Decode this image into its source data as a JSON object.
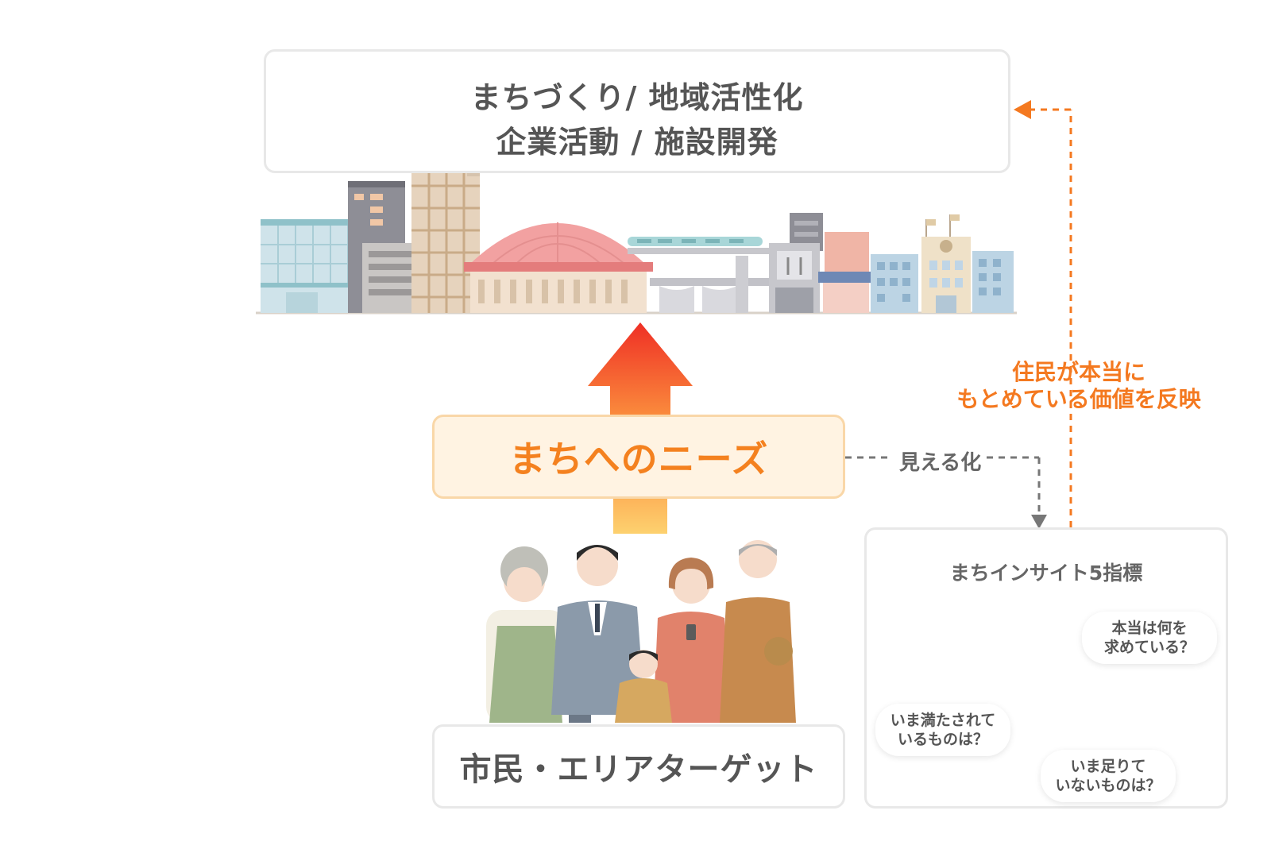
{
  "top_box": {
    "line1": "まちづくり/ 地域活性化",
    "line2": "企業活動 / 施設開発"
  },
  "needs_label": "まちへのニーズ",
  "citizen_label": "市民・エリアターゲット",
  "visible_label": "見える化",
  "reflect_label": {
    "line1": "住民が本当に",
    "line2": "もとめている価値を反映"
  },
  "insight": {
    "title": "まちインサイト5指標",
    "bubble1": {
      "line1": "本当は何を",
      "line2": "求めている？"
    },
    "bubble2": {
      "line1": "いま満たされて",
      "line2": "いるものは？"
    },
    "bubble3": {
      "line1": "いま足りて",
      "line2": "いないものは？"
    }
  },
  "colors": {
    "accent_orange": "#f47920",
    "needs_fill": "#fff3e2",
    "arrow_red": "#ef3b2a",
    "arrow_yellow": "#fdc35a",
    "radar_outer": "#e9a53a",
    "radar_inner": "#5caa4e"
  }
}
